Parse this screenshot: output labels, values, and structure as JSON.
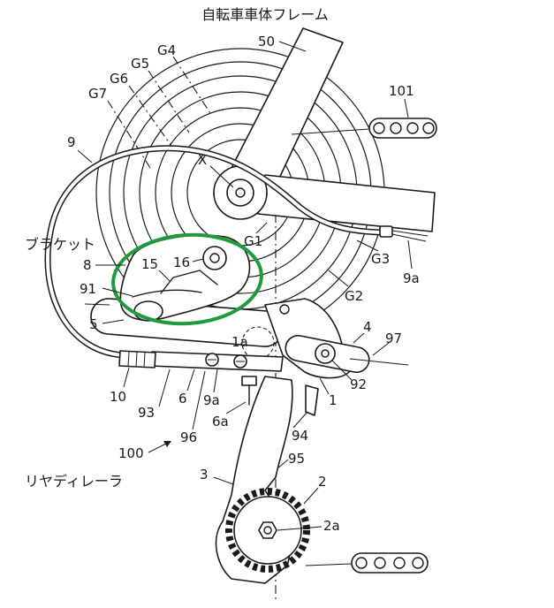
{
  "labels": {
    "frame_title": "自転車車体フレーム",
    "bracket_title": "ブラケット",
    "derailleur_title": "リヤディレーラ",
    "n50": "50",
    "n101": "101",
    "g4": "G4",
    "g5": "G5",
    "g6": "G6",
    "g7": "G7",
    "n9": "9",
    "x": "X",
    "g1": "G1",
    "g3": "G3",
    "n9a_cable": "9a",
    "n8": "8",
    "n15": "15",
    "n16": "16",
    "n91": "91",
    "g2": "G2",
    "n5": "5",
    "n1a": "1a",
    "n4": "4",
    "n97": "97",
    "n10": "10",
    "n92": "92",
    "n93": "93",
    "n6": "6",
    "n9a_lower": "9a",
    "n6a": "6a",
    "n1": "1",
    "n96": "96",
    "n94": "94",
    "n100": "100",
    "n95": "95",
    "n3": "3",
    "n2": "2",
    "n2a": "2a"
  },
  "colors": {
    "line": "#1a1a1a",
    "highlight": "#1f9a3c",
    "background": "#ffffff"
  }
}
